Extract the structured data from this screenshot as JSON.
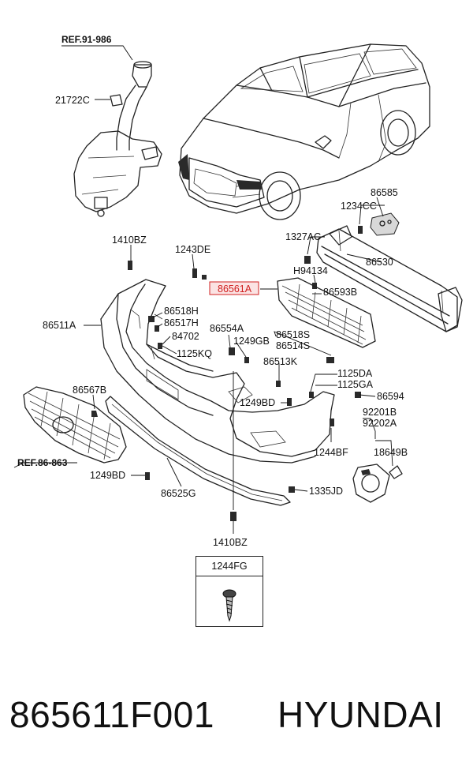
{
  "callouts": {
    "ref_91_986": "REF.91-986",
    "p21722c": "21722C",
    "p86585": "86585",
    "p1234cc": "1234CC",
    "p1327ac": "1327AC",
    "p86530": "86530",
    "p1410bz_top": "1410BZ",
    "p1243de": "1243DE",
    "p86561a": "86561A",
    "h94134": "H94134",
    "p86593b": "86593B",
    "p86518h": "86518H",
    "p86517h": "86517H",
    "p84702": "84702",
    "p1125kq": "1125KQ",
    "p86554a": "86554A",
    "p1249gb": "1249GB",
    "p86518s": "86518S",
    "p86514s": "86514S",
    "p86513k": "86513K",
    "p1125da": "1125DA",
    "p1125ga": "1125GA",
    "p86594": "86594",
    "p86511a": "86511A",
    "p86567b": "86567B",
    "p1249bd_mid": "1249BD",
    "p92201b": "92201B",
    "p92202a": "92202A",
    "p1244bf": "1244BF",
    "p18649b": "18649B",
    "ref_86_863": "REF.86-863",
    "p1249bd_low": "1249BD",
    "p86525g": "86525G",
    "p1335jd": "1335JD",
    "p1410bz_bottom": "1410BZ"
  },
  "inset_box": {
    "label": "1244FG"
  },
  "footer": {
    "part_number": "865611F001",
    "brand": "HYUNDAI"
  },
  "highlight_color": "#d02020"
}
